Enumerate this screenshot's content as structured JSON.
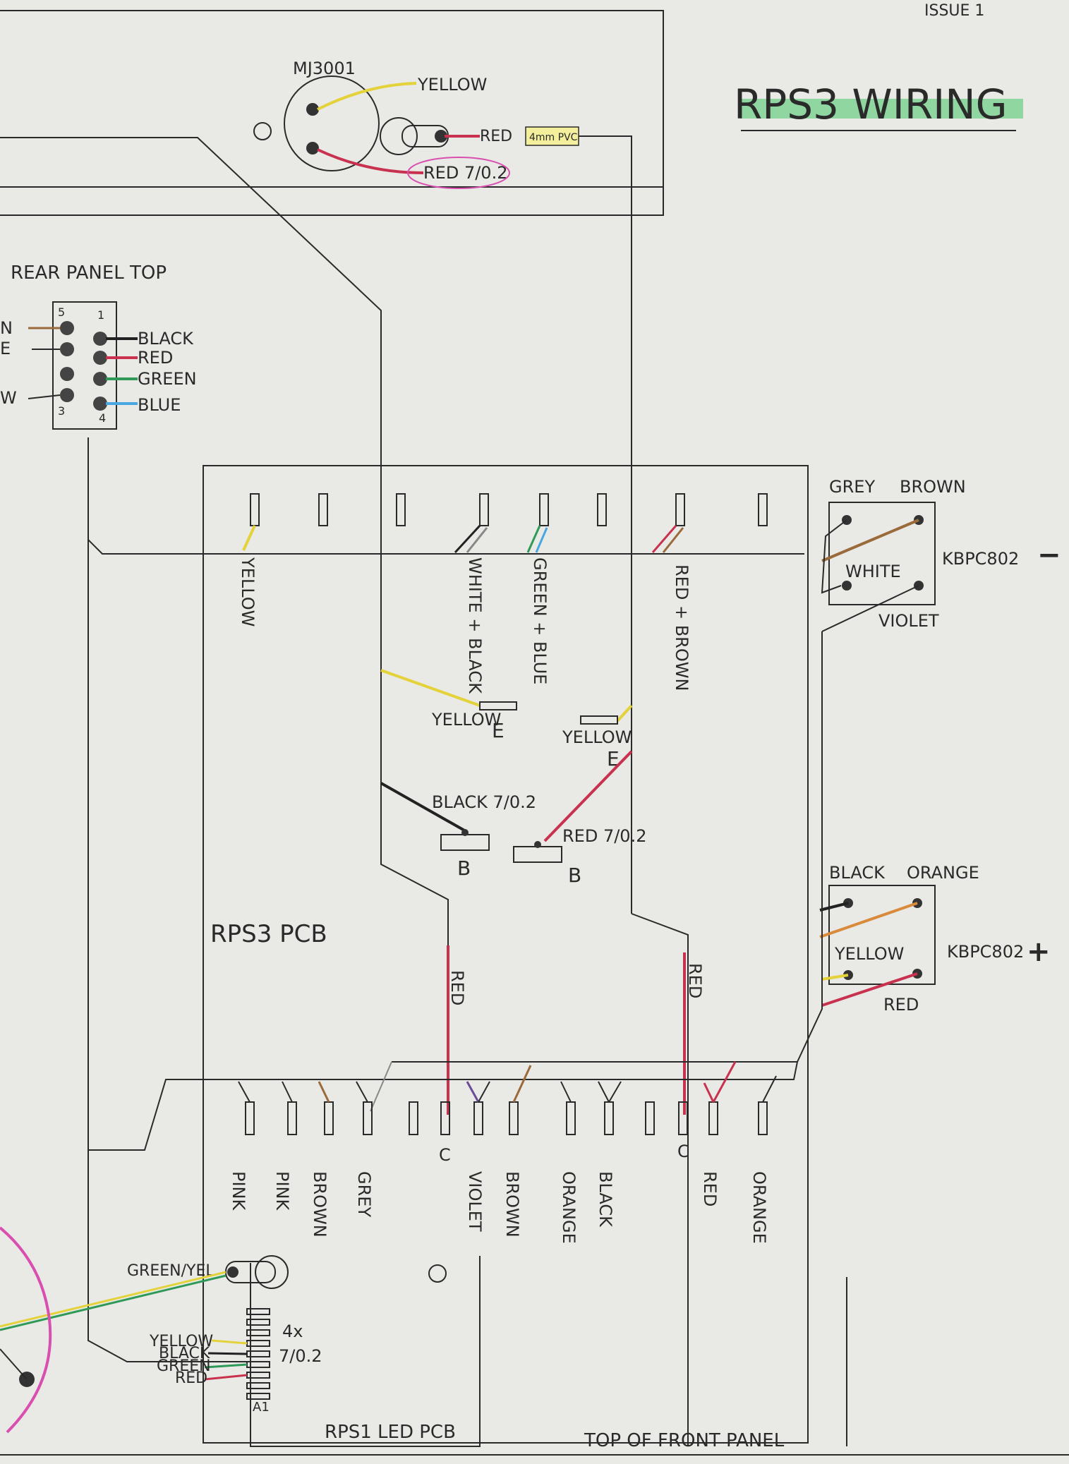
{
  "header": {
    "issue": "ISSUE 1",
    "title": "RPS3 WIRING",
    "highlight_color": "#8fd6a0"
  },
  "transistor": {
    "part": "MJ3001",
    "wire_top": "YELLOW",
    "wire_bottom": "RED 7/0.2",
    "lug_wire": "RED",
    "sleeve": "4mm PVC"
  },
  "rear_panel": {
    "title": "REAR PANEL TOP",
    "pin_top_left": "5",
    "pin_top_right": "1",
    "pin_bottom_left": "3",
    "pin_bottom_right": "4",
    "left_labels": [
      "N",
      "E",
      "W"
    ],
    "right_labels": [
      "BLACK",
      "RED",
      "GREEN",
      "BLUE"
    ]
  },
  "pcb": {
    "name": "RPS3 PCB",
    "top_labels": [
      "YELLOW",
      "WHITE + BLACK",
      "GREEN + BLUE",
      "RED + BROWN"
    ],
    "yellow_e_left": "YELLOW",
    "yellow_e_right": "YELLOW",
    "e_mark": "E",
    "black_wire": "BLACK 7/0.2",
    "red_wire": "RED 7/0.2",
    "b_mark": "B",
    "red_left": "RED",
    "red_right": "RED",
    "c_mark": "C",
    "bottom_labels": [
      "PINK",
      "PINK",
      "BROWN",
      "GREY",
      "VIOLET",
      "BROWN",
      "ORANGE",
      "BLACK",
      "RED",
      "ORANGE"
    ]
  },
  "bridge_top": {
    "part": "KBPC802",
    "sign": "−",
    "labels": {
      "tl": "GREY",
      "tr": "BROWN",
      "bl": "WHITE",
      "br": "VIOLET"
    }
  },
  "bridge_bottom": {
    "part": "KBPC802",
    "sign": "+",
    "labels": {
      "tl": "BLACK",
      "tr": "ORANGE",
      "bl": "YELLOW",
      "br": "RED"
    }
  },
  "led_pcb": {
    "name": "RPS1 LED PCB",
    "earth": "GREEN/YEL",
    "wires": [
      "YELLOW",
      "BLACK",
      "GREEN",
      "RED"
    ],
    "note_count": "4x",
    "note_spec": "7/0.2",
    "pin": "A1"
  },
  "footer": {
    "front_panel": "TOP OF FRONT PANEL"
  },
  "colors": {
    "yellow": "#e3d23a",
    "red": "#c8324f",
    "pink": "#d94fb0",
    "green": "#2f9a58",
    "blue": "#4aa6e0",
    "brown": "#9a6a3a",
    "orange": "#d98a3a",
    "violet": "#6a4c9a",
    "black": "#222222",
    "grey": "#8a8a8a"
  }
}
